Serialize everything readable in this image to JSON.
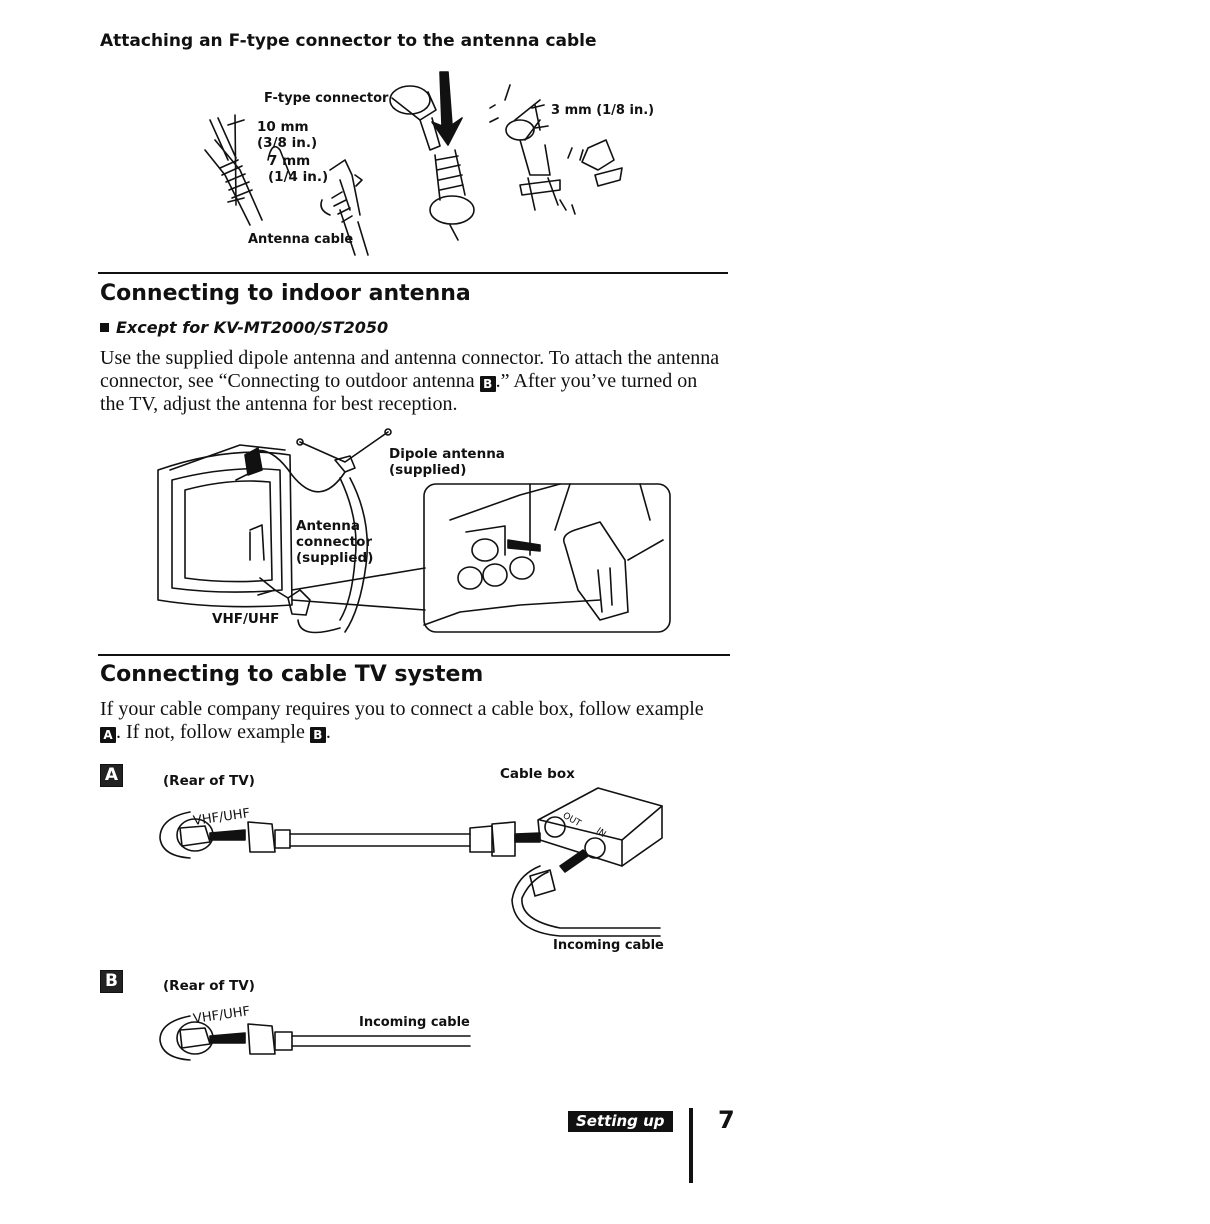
{
  "ftype_section": {
    "title": "Attaching an F-type connector to the antenna cable",
    "labels": {
      "ftype_connector": "F-type connector",
      "len_10mm": "10 mm\n(3/8 in.)",
      "len_7mm": "7 mm\n(1/4 in.)",
      "antenna_cable": "Antenna cable",
      "len_3mm": "3 mm (1/8 in.)"
    }
  },
  "indoor_section": {
    "title": "Connecting to indoor antenna",
    "subheading": "Except for KV-MT2000/ST2050",
    "paragraph_part1": "Use the supplied dipole antenna and antenna connector. To attach the antenna connector, see “Connecting to outdoor antenna ",
    "paragraph_ref": "B",
    "paragraph_part2": ".” After you’ve turned on the TV, adjust the antenna for best reception.",
    "labels": {
      "dipole": "Dipole antenna\n(supplied)",
      "connector": "Antenna\nconnector\n(supplied)",
      "vhf_uhf": "VHF/UHF"
    }
  },
  "cable_section": {
    "title": "Connecting to cable TV system",
    "paragraph_part1": "If your cable company requires you to connect a cable box, follow example ",
    "ref_a": "A",
    "paragraph_part2": ". If not, follow example ",
    "ref_b": "B",
    "paragraph_part3": ".",
    "example_a": {
      "letter": "A",
      "rear_label": "(Rear of TV)",
      "port_label": "VHF/UHF",
      "cable_box_label": "Cable box",
      "out_label": "OUT",
      "in_label": "IN",
      "incoming_label": "Incoming cable"
    },
    "example_b": {
      "letter": "B",
      "rear_label": "(Rear of TV)",
      "port_label": "VHF/UHF",
      "incoming_label": "Incoming cable"
    }
  },
  "footer": {
    "tab_label": "Setting up",
    "page_number": "7"
  }
}
